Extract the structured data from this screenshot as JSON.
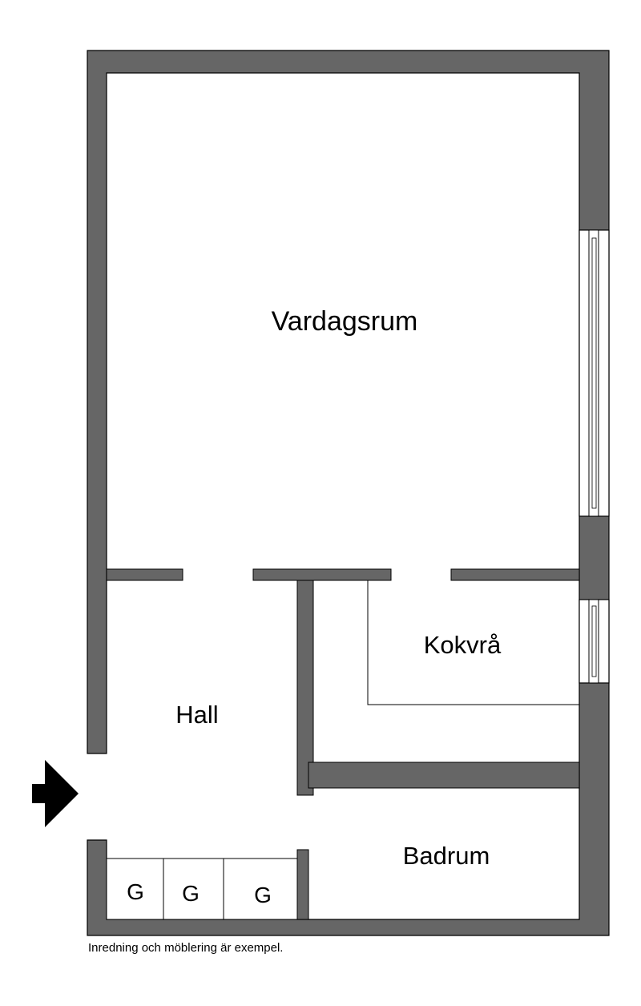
{
  "colors": {
    "wall": "#666666",
    "outline": "#000000",
    "floor": "#ffffff"
  },
  "rooms": {
    "living": "Vardagsrum",
    "kitchen": "Kokvrå",
    "hall": "Hall",
    "bathroom": "Badrum"
  },
  "wardrobes": [
    "G",
    "G",
    "G"
  ],
  "entrance_icon": "entrance-arrow-icon",
  "disclaimer": "Inredning och möblering är exempel."
}
